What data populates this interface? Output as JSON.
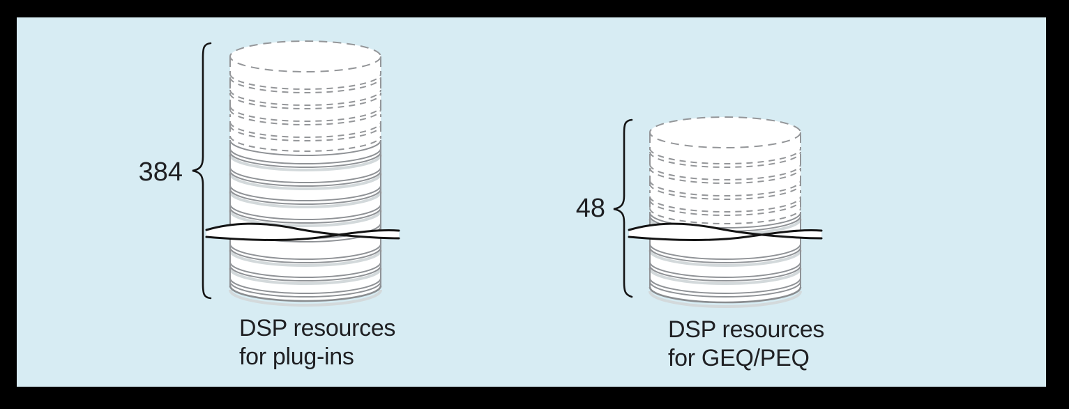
{
  "panel": {
    "background": "#d7ecf3",
    "frame": "#000000"
  },
  "colors": {
    "disc_outline": "#8f9296",
    "ghost_outline": "#949699",
    "ink": "#1f2023",
    "break_line": "#141414"
  },
  "figures": [
    {
      "id": "plugins",
      "value": "384",
      "caption_line1": "DSP resources",
      "caption_line2": "for plug-ins"
    },
    {
      "id": "geq",
      "value": "48",
      "caption_line1": "DSP resources",
      "caption_line2": "for GEQ/PEQ"
    }
  ]
}
